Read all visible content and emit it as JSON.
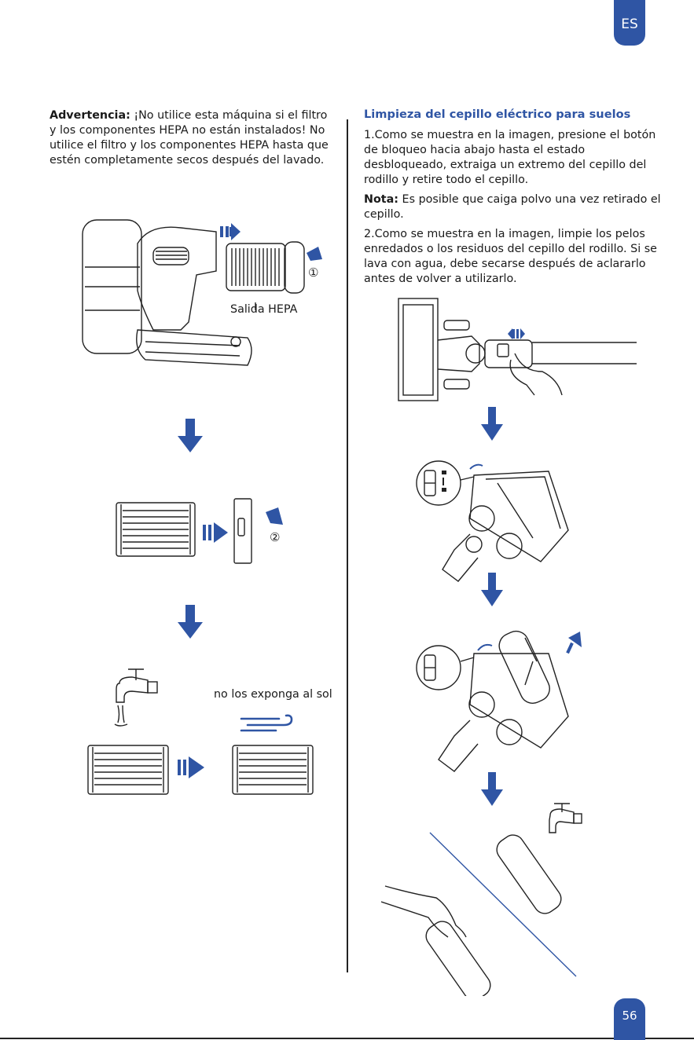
{
  "header": {
    "lang_tab": "ES"
  },
  "left": {
    "warning_label": "Advertencia:",
    "warning_text": " ¡No utilice esta máquina si el filtro y los componentes HEPA no están instalados! No utilice el filtro y los componentes HEPA hasta que estén completamente secos después del lavado.",
    "hepa_label": "Salida HEPA",
    "step1_marker": "①",
    "step2_marker": "②",
    "sun_label": "no los exponga al sol"
  },
  "right": {
    "title": "Limpieza del cepillo eléctrico para suelos",
    "step1": "1.Como se muestra en la imagen, presione el botón de bloqueo hacia abajo hasta el estado desbloqueado, extraiga un extremo del cepillo del rodillo y retire todo el cepillo.",
    "note_label": "Nota:",
    "note_text": " Es posible que caiga polvo una vez retirado el cepillo.",
    "step2": "2.Como se muestra en la imagen, limpie los pelos enredados o los residuos del cepillo del rodillo. Si se lava con agua, debe secarse después de aclararlo antes de volver a utilizarlo."
  },
  "footer": {
    "page_number": "56"
  },
  "colors": {
    "accent": "#2f55a4",
    "line": "#222222"
  },
  "icons": [
    "arrow-down-icon",
    "arrow-right-icon",
    "faucet-icon",
    "wind-icon",
    "lock-icon",
    "unlock-icon",
    "hand-icon"
  ]
}
